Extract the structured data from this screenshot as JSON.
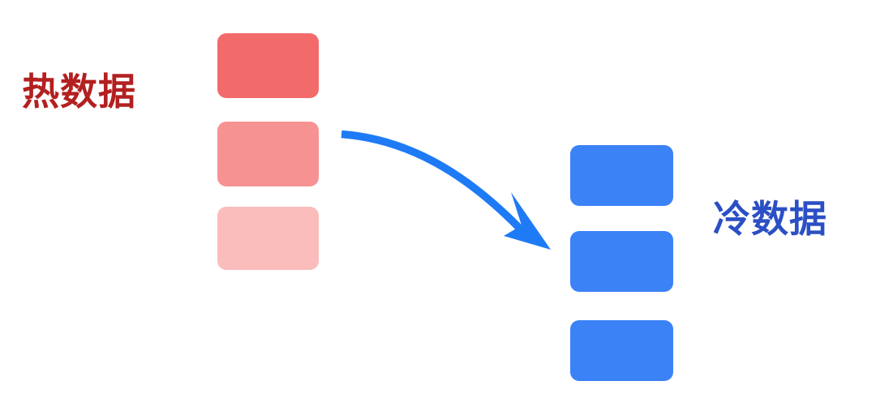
{
  "diagram": {
    "title": "hot-to-cold data tiering",
    "background_color": "#ffffff",
    "labels": {
      "hot": {
        "text": "热数据",
        "color": "#b32020"
      },
      "cold": {
        "text": "冷数据",
        "color": "#2b4fc4"
      }
    },
    "hot_blocks": [
      {
        "name": "hot-block-1",
        "color": "#f26a6a"
      },
      {
        "name": "hot-block-2",
        "color": "#f79292"
      },
      {
        "name": "hot-block-3",
        "color": "#fbbcbc"
      }
    ],
    "cold_blocks": [
      {
        "name": "cold-block-1",
        "color": "#3b82f6"
      },
      {
        "name": "cold-block-2",
        "color": "#3b82f6"
      },
      {
        "name": "cold-block-3",
        "color": "#3b82f6"
      }
    ],
    "arrow": {
      "name": "hot-to-cold-arrow",
      "color": "#1e7bf5",
      "direction": "left-to-right downward curve"
    }
  }
}
